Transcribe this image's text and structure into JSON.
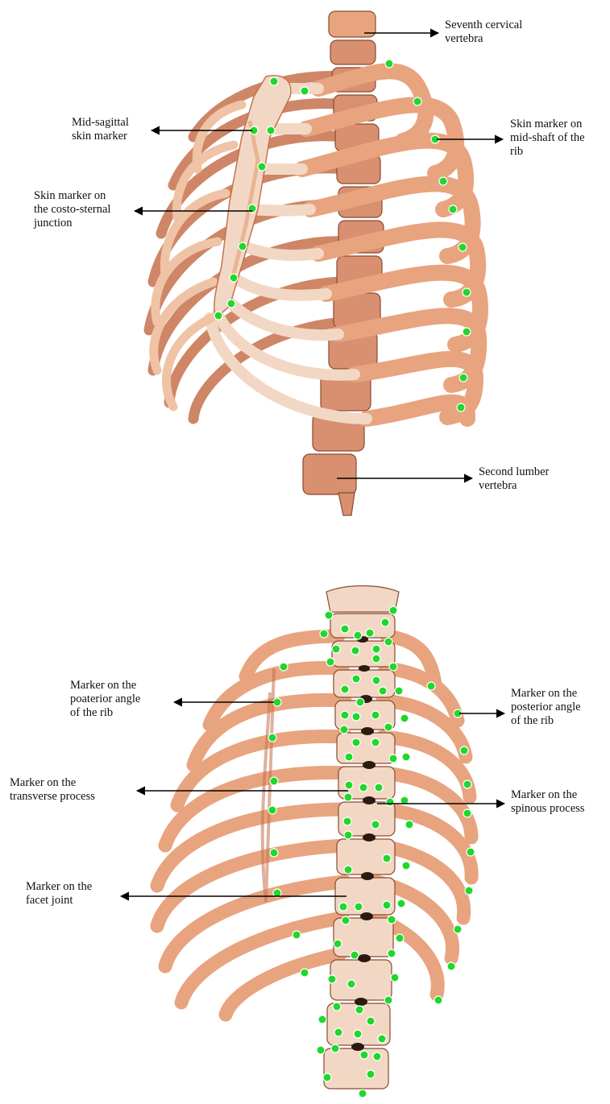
{
  "colors": {
    "bone_fill": "#E8A47F",
    "bone_light": "#F2D8C4",
    "bone_shadow": "#C6714C",
    "vertebra": "#D89070",
    "outline": "#8A4A30",
    "marker": "#1ED82A",
    "arrow": "#000000"
  },
  "icons": {
    "marker": "green-dot-marker-icon",
    "arrow": "arrow-icon"
  },
  "anterior_view": {
    "labels": {
      "seventh_cervical": [
        "Seventh cervical",
        "vertebra"
      ],
      "mid_sagittal": [
        "Mid-sagittal",
        "skin marker"
      ],
      "costo_sternal": [
        "Skin marker on",
        "the costo-sternal",
        "junction"
      ],
      "mid_shaft": [
        "Skin marker on",
        "mid-shaft of the",
        "rib"
      ],
      "second_lumbar": [
        "Second lumber",
        "vertebra"
      ]
    }
  },
  "posterior_view": {
    "labels": {
      "posterior_angle_left": [
        "Marker on the",
        "poaterior angle",
        "of the rib"
      ],
      "posterior_angle_right": [
        "Marker on the",
        "posterior angle",
        "of the rib"
      ],
      "transverse_process": [
        "Marker on the",
        "transverse process"
      ],
      "spinous_process": [
        "Marker on the",
        "spinous process"
      ],
      "facet_joint": [
        "Marker on the",
        "facet joint"
      ]
    }
  }
}
